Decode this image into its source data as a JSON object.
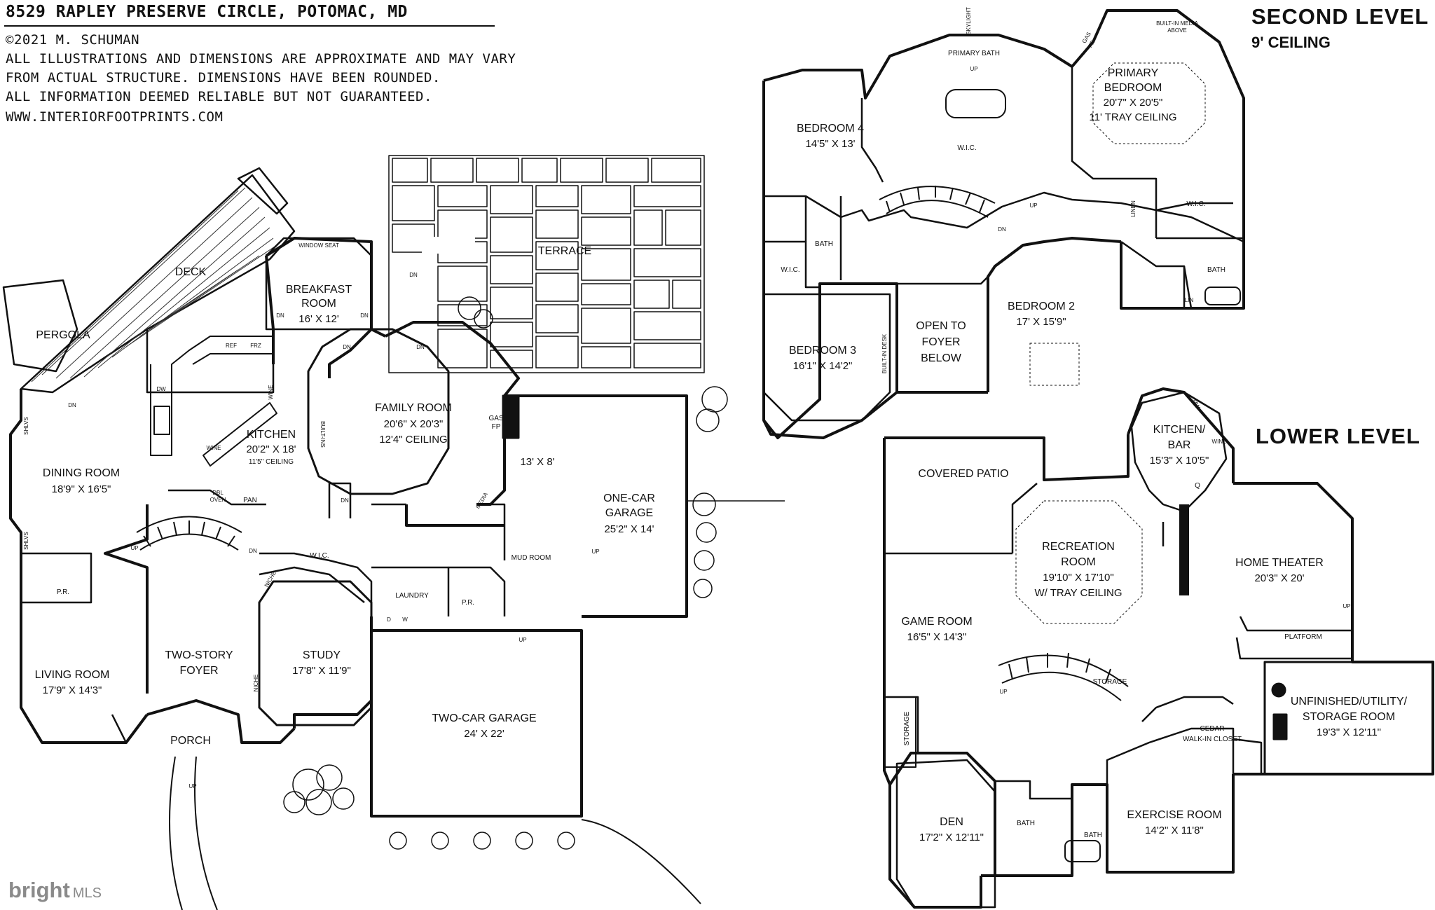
{
  "header": {
    "address": "8529 RAPLEY PRESERVE CIRCLE, POTOMAC, MD",
    "copyright": "©2021 M. SCHUMAN",
    "disclaimer_1": "ALL ILLUSTRATIONS AND DIMENSIONS ARE APPROXIMATE AND MAY VARY",
    "disclaimer_2": "FROM ACTUAL STRUCTURE. DIMENSIONS HAVE BEEN ROUNDED.",
    "disclaimer_3": "ALL INFORMATION DEEMED RELIABLE BUT NOT GUARANTEED.",
    "website": "WWW.INTERIORFOOTPRINTS.COM"
  },
  "second_level": {
    "title": "SECOND LEVEL",
    "ceiling": "9' CEILING"
  },
  "lower_level": {
    "title": "LOWER LEVEL"
  },
  "watermark": {
    "brand": "bright",
    "suffix": "MLS"
  },
  "main_level": {
    "deck": "DECK",
    "pergola": "PERGOLA",
    "terrace": "TERRACE",
    "window_seat": "WINDOW SEAT",
    "breakfast_name": "BREAKFAST",
    "breakfast_name2": "ROOM",
    "breakfast_dim": "16' X 12'",
    "kitchen_name": "KITCHEN",
    "kitchen_dim": "20'2\" X 18'",
    "kitchen_ceiling": "11'5\" CEILING",
    "family_name": "FAMILY ROOM",
    "family_dim": "20'6\" X 20'3\"",
    "family_ceiling": "12'4\" CEILING",
    "dining_name": "DINING ROOM",
    "dining_dim": "18'9\" X 16'5\"",
    "living_name": "LIVING ROOM",
    "living_dim": "17'9\" X 14'3\"",
    "foyer_name": "TWO-STORY",
    "foyer_name2": "FOYER",
    "study_name": "STUDY",
    "study_dim": "17'8\" X 11'9\"",
    "porch": "PORCH",
    "laundry": "LAUNDRY",
    "pr": "P.R.",
    "mud_room": "MUD ROOM",
    "one_car_name": "ONE-CAR",
    "one_car_name2": "GARAGE",
    "one_car_dim": "25'2\" X 14'",
    "storage_dim": "13' X 8'",
    "two_car_name": "TWO-CAR GARAGE",
    "two_car_dim": "24' X 22'",
    "gas": "GAS",
    "fp": "FP",
    "media": "MEDIA",
    "built_ins": "BUILT-INS",
    "wic": "W.I.C.",
    "niche": "NICHE",
    "shlvs": "SHLVS",
    "dbl": "DBL",
    "oven": "OVEN",
    "pan": "PAN",
    "ref": "REF",
    "frz": "FRZ",
    "dw": "DW",
    "wine": "WINE",
    "d": "D",
    "w": "W",
    "up": "UP",
    "dn": "DN"
  },
  "second": {
    "primary_bath": "PRIMARY BATH",
    "skylight": "SKYLIGHT",
    "builtin_media": "BUILT-IN MEDIA",
    "above": "ABOVE",
    "primary_name": "PRIMARY",
    "primary_name2": "BEDROOM",
    "primary_dim": "20'7\" X 20'5\"",
    "primary_ceiling": "11' TRAY CEILING",
    "bed4_name": "BEDROOM 4",
    "bed4_dim": "14'5\" X 13'",
    "wic": "W.I.C.",
    "bath": "BATH",
    "linen": "LINEN",
    "lin": "LIN",
    "bed3_name": "BEDROOM 3",
    "bed3_dim": "16'1\" X 14'2\"",
    "builtin_desk": "BUILT-IN DESK",
    "open_1": "OPEN TO",
    "open_2": "FOYER",
    "open_3": "BELOW",
    "bed2_name": "BEDROOM 2",
    "bed2_dim": "17' X 15'9\"",
    "up": "UP",
    "dn": "DN",
    "gas": "GAS",
    "fp": "FP"
  },
  "lower": {
    "covered_patio": "COVERED PATIO",
    "kitchen_name": "KITCHEN/",
    "kitchen_name2": "BAR",
    "kitchen_dim": "15'3\" X 10'5\"",
    "rec_name": "RECREATION",
    "rec_name2": "ROOM",
    "rec_dim": "19'10\" X 17'10\"",
    "rec_ceiling": "W/ TRAY CEILING",
    "theater_name": "HOME THEATER",
    "theater_dim": "20'3\" X 20'",
    "game_name": "GAME ROOM",
    "game_dim": "16'5\" X 14'3\"",
    "platform": "PLATFORM",
    "storage": "STORAGE",
    "utility_name": "UNFINISHED/UTILITY/",
    "utility_name2": "STORAGE ROOM",
    "utility_dim": "19'3\" X 12'11\"",
    "cedar": "CEDAR",
    "cedar2": "WALK-IN CLOSET",
    "den_name": "DEN",
    "den_dim": "17'2\" X 12'11\"",
    "bath": "BATH",
    "exercise_name": "EXERCISE ROOM",
    "exercise_dim": "14'2\" X 11'8\"",
    "mw": "MW",
    "wine": "WINE",
    "q": "Q",
    "up": "UP"
  }
}
